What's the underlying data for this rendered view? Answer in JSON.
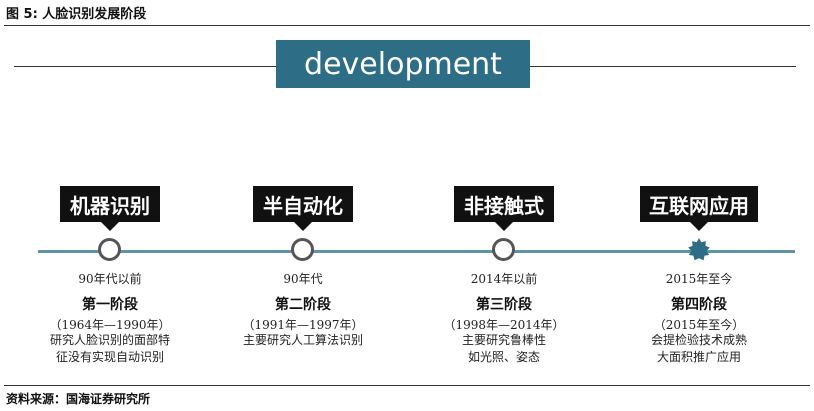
{
  "figure_title": "图 5:  人脸识别发展阶段",
  "banner": {
    "text": "development",
    "color": "#2d6d86"
  },
  "timeline_color": "#5f93a8",
  "stages": [
    {
      "label": "机器识别",
      "year": "90年代以前",
      "name": "第一阶段",
      "period": "（1964年—1990年）",
      "desc_lines": [
        "研究人脸识别的面部特",
        "征没有实现自动识别"
      ]
    },
    {
      "label": "半自动化",
      "year": "90年代",
      "name": "第二阶段",
      "period": "（1991年—1997年）",
      "desc_lines": [
        "主要研究人工算法识别"
      ]
    },
    {
      "label": "非接触式",
      "year": "2014年以前",
      "name": "第三阶段",
      "period": "（1998年—2014年）",
      "desc_lines": [
        "主要研究鲁棒性",
        "如光照、姿态"
      ]
    },
    {
      "label": "互联网应用",
      "year": "2015年至今",
      "name": "第四阶段",
      "period": "（2015年至今）",
      "desc_lines": [
        "会提检验技术成熟",
        "大面积推广应用"
      ]
    }
  ],
  "source": "资料来源：国海证券研究所"
}
